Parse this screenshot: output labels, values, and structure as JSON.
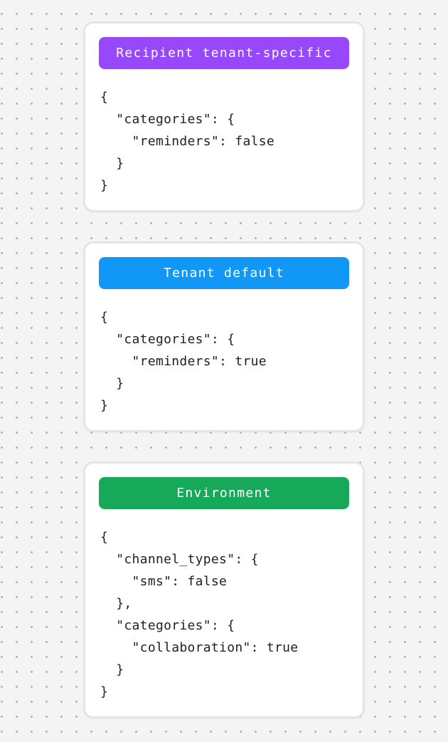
{
  "background": {
    "color": "#f5f4f5",
    "dot_color": "#b2b0b3"
  },
  "cards": [
    {
      "badge": {
        "label": "Recipient tenant-specific",
        "color": "#9648fa"
      },
      "code": [
        "{",
        "  \"categories\": {",
        "    \"reminders\": false",
        "  }",
        "}"
      ]
    },
    {
      "badge": {
        "label": "Tenant default",
        "color": "#1197f5"
      },
      "code": [
        "{",
        "  \"categories\": {",
        "    \"reminders\": true",
        "  }",
        "}"
      ]
    },
    {
      "badge": {
        "label": "Environment",
        "color": "#17a95a"
      },
      "code": [
        "{",
        "  \"channel_types\": {",
        "    \"sms\": false",
        "  },",
        "  \"categories\": {",
        "    \"collaboration\": true",
        "  }",
        "}"
      ]
    }
  ]
}
